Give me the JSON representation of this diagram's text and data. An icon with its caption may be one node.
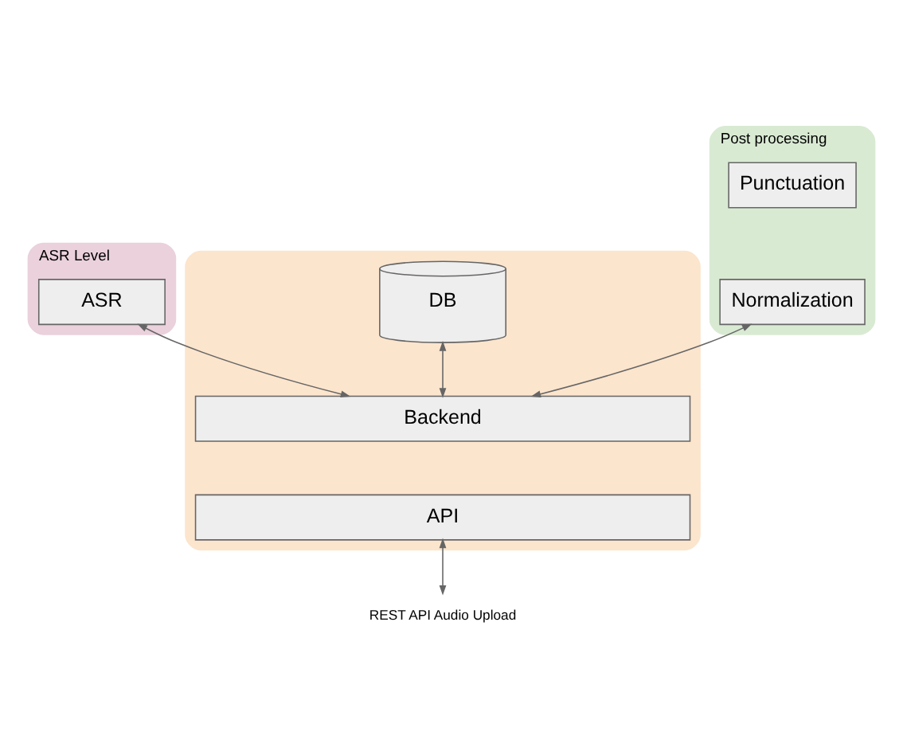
{
  "diagram": {
    "nodes": [
      {
        "text": [
          "ASR Level"
        ]
      },
      {
        "text": [
          "ASR"
        ],
        "in": 0
      },
      {
        "text": [
          "Post processing"
        ]
      },
      {
        "text": [
          "Punctuation"
        ],
        "in": 2
      },
      {
        "text": [
          "Normalization"
        ],
        "in": 2
      },
      {
        "text": [],
        "shape": "box"
      },
      {
        "text": [
          "DB"
        ],
        "in": 5
      },
      {
        "text": [
          "Backend"
        ],
        "in": 5
      },
      {
        "text": [
          "API"
        ],
        "in": 5
      },
      {
        "text": [
          "REST API Audio Upload"
        ]
      }
    ],
    "edges": [
      {
        "from": 1,
        "to": 7,
        "arrow": "both"
      },
      {
        "from": 4,
        "to": 7,
        "arrow": "both"
      },
      {
        "from": 6,
        "to": 7,
        "arrow": "both"
      },
      {
        "from": 8,
        "to": 9,
        "arrow": "both"
      }
    ]
  }
}
